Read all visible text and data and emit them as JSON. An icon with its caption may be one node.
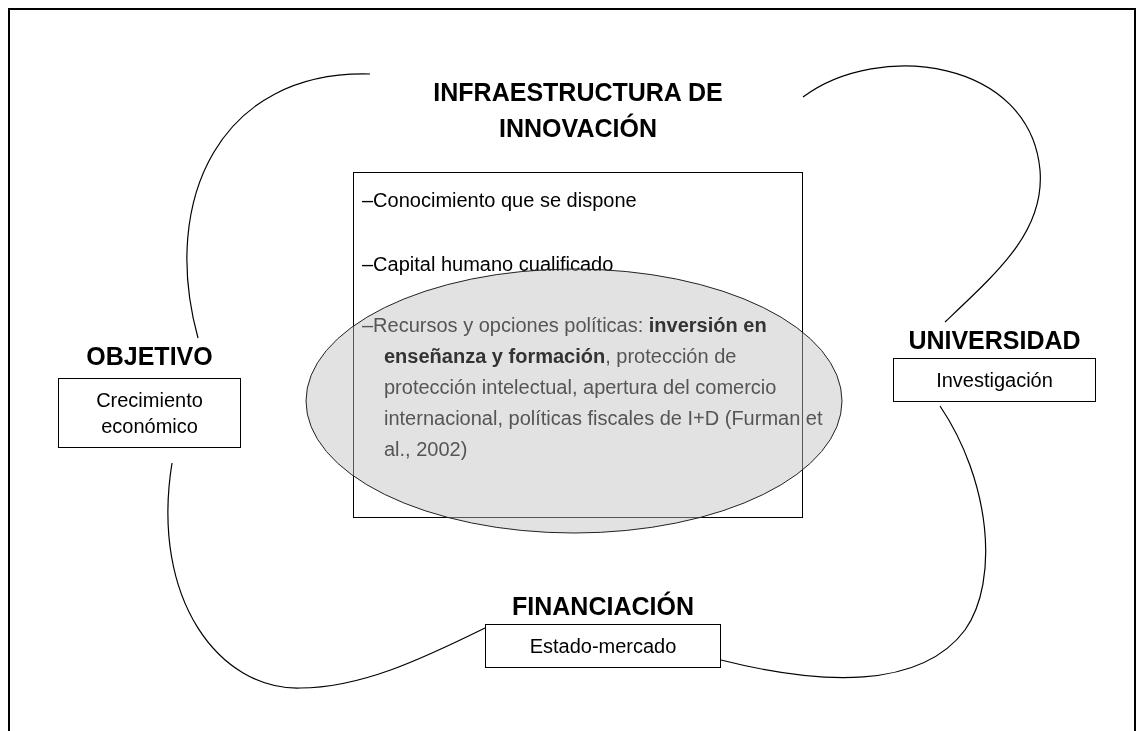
{
  "diagram": {
    "nodes": [
      {
        "text": [
          "INFRAESTRUCTURA DE INNOVACIÓN",
          "–Conocimiento que se dispone",
          "–Capital humano cualificado"
        ]
      },
      {
        "text": [
          "–Recursos y opciones políticas: **inversión en enseñanza y formación**, protección de protección intelectual, apertura del comercio internacional, políticas fiscales de I+D (Furman et al., 2002)"
        ]
      },
      {
        "text": [
          "OBJETIVO",
          "Crecimiento económico"
        ]
      },
      {
        "text": [
          "UNIVERSIDAD",
          "Investigación"
        ]
      },
      {
        "text": [
          "FINANCIACIÓN",
          "Estado-mercado"
        ]
      }
    ],
    "edges": [
      {
        "from": 2,
        "to": 0,
        "arrow": "none"
      },
      {
        "from": 0,
        "to": 3,
        "arrow": "none"
      },
      {
        "from": 3,
        "to": 4,
        "arrow": "none"
      },
      {
        "from": 4,
        "to": 2,
        "arrow": "none"
      }
    ]
  }
}
